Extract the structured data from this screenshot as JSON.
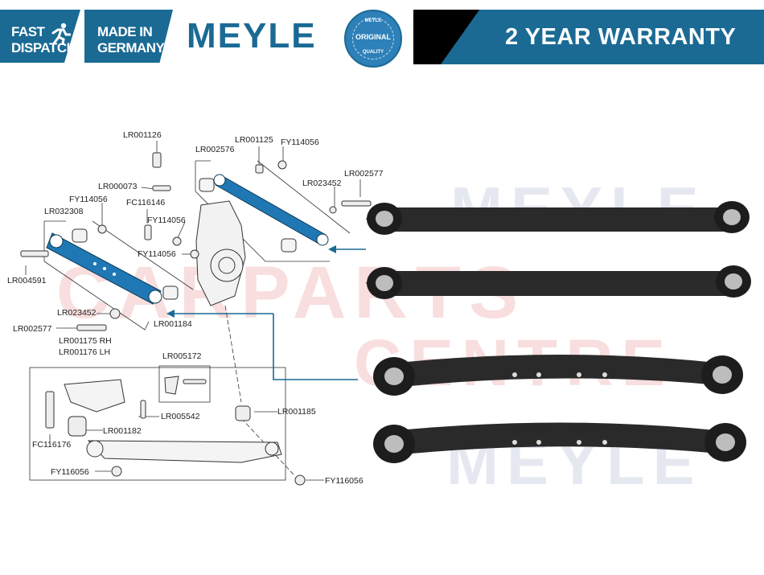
{
  "banner": {
    "fast_line1": "FAST",
    "fast_line2": "DISPATCH",
    "made_line1": "MADE IN",
    "made_line2": "GERMANY",
    "brand": "MEYLE",
    "seal_top": "MEYLE",
    "seal_main": "ORIGINAL",
    "seal_bottom": "QUALITY",
    "warranty": "2 YEAR WARRANTY",
    "colors": {
      "brand_blue": "#1a6a94",
      "black": "#000000",
      "watermark_red": "#e06b6b"
    }
  },
  "diagram": {
    "labels": {
      "lr001126": "LR001126",
      "lr002576": "LR002576",
      "lr001125": "LR001125",
      "fy114056_a": "FY114056",
      "lr000073": "LR000073",
      "lr023452_a": "LR023452",
      "lr002577_a": "LR002577",
      "fy114056_b": "FY114056",
      "fc116146": "FC116146",
      "lr032308": "LR032308",
      "fy114056_c": "FY114056",
      "fy114056_d": "FY114056",
      "lr004591": "LR004591",
      "lr023452_b": "LR023452",
      "lr001184": "LR001184",
      "lr002577_b": "LR002577",
      "lr001175": "LR001175 RH",
      "lr001176": "LR001176 LH",
      "lr005172": "LR005172",
      "lr005542": "LR005542",
      "lr001185": "LR001185",
      "lr001182": "LR001182",
      "fc116176": "FC116176",
      "fy116056_a": "FY116056",
      "fy116056_b": "FY116056"
    },
    "watermarks": {
      "w1": "MEYLE",
      "w2": "CARPARTS",
      "w3": "CENTRE",
      "w4": "MEYLE"
    }
  }
}
